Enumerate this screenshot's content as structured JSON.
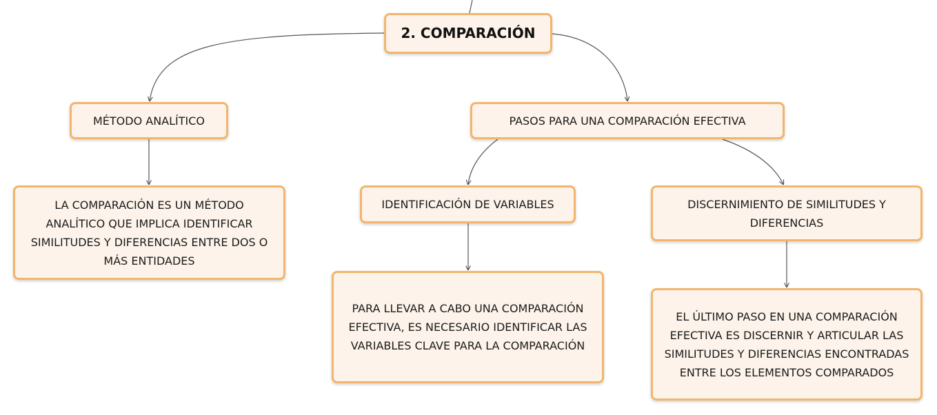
{
  "colors": {
    "node_fill": "#fdf3ea",
    "node_border": "#f2b56b",
    "connector": "#555555"
  },
  "nodes": {
    "root": "2. COMPARACIÓN",
    "metodo_analitico": "MÉTODO ANALÍTICO",
    "pasos": "PASOS PARA UNA COMPARACIÓN EFECTIVA",
    "comparacion_definicion": "LA COMPARACIÓN ES UN MÉTODO ANALÍTICO QUE IMPLICA IDENTIFICAR SIMILITUDES Y DIFERENCIAS ENTRE DOS O MÁS ENTIDADES",
    "identificacion": "IDENTIFICACIÓN DE VARIABLES",
    "discernimiento": "DISCERNIMIENTO DE SIMILITUDES Y DIFERENCIAS",
    "identificacion_descripcion": "PARA LLEVAR A CABO UNA COMPARACIÓN EFECTIVA, ES NECESARIO IDENTIFICAR LAS VARIABLES CLAVE PARA LA COMPARACIÓN",
    "discernimiento_descripcion": "EL ÚLTIMO PASO EN UNA COMPARACIÓN EFECTIVA ES DISCERNIR Y ARTICULAR LAS SIMILITUDES Y DIFERENCIAS ENCONTRADAS ENTRE LOS ELEMENTOS COMPARADOS"
  },
  "edges": [
    {
      "from": "parent",
      "to": "root"
    },
    {
      "from": "root",
      "to": "metodo_analitico"
    },
    {
      "from": "root",
      "to": "pasos"
    },
    {
      "from": "metodo_analitico",
      "to": "comparacion_definicion"
    },
    {
      "from": "pasos",
      "to": "identificacion"
    },
    {
      "from": "pasos",
      "to": "discernimiento"
    },
    {
      "from": "identificacion",
      "to": "identificacion_descripcion"
    },
    {
      "from": "discernimiento",
      "to": "discernimiento_descripcion"
    }
  ]
}
